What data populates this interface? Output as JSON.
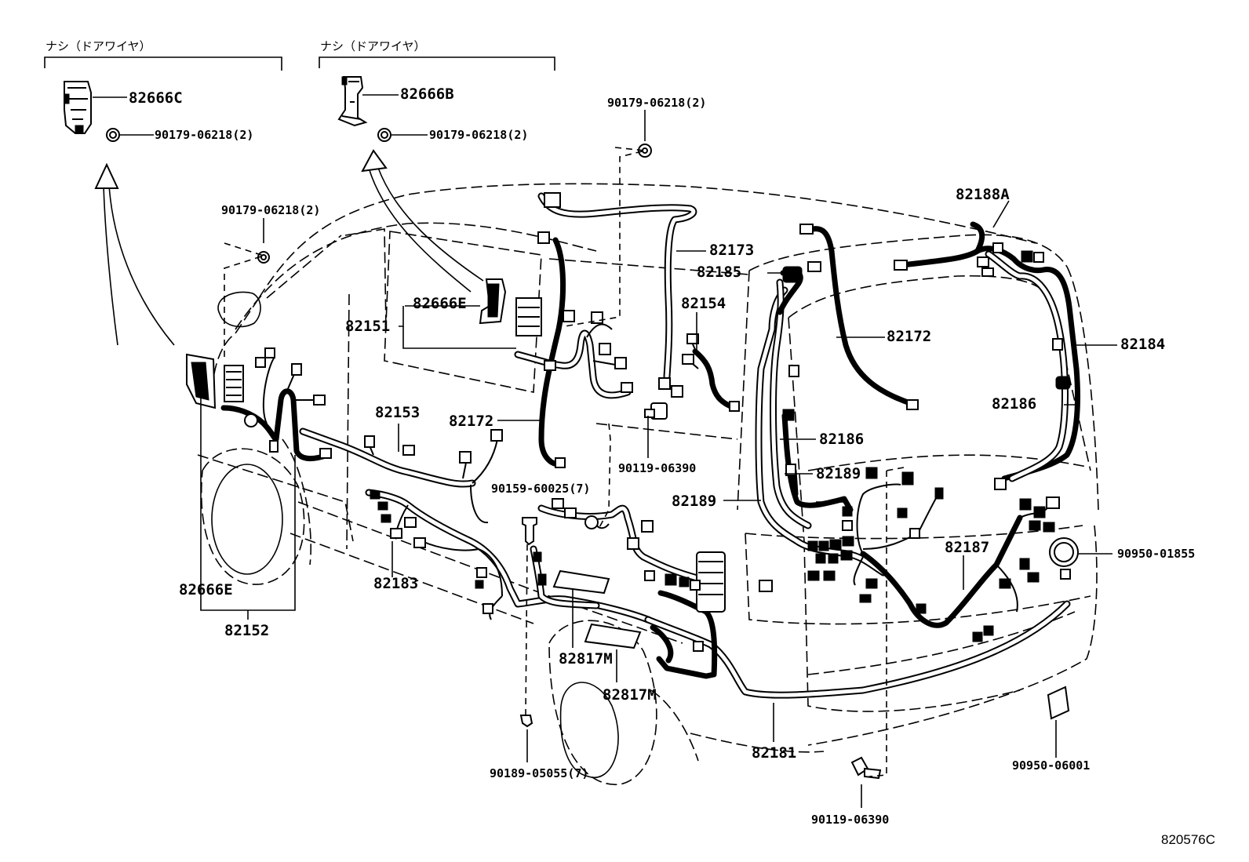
{
  "diagram": {
    "footer_id": "820576C",
    "top_note_left": "ナシ（ドアワイヤ）",
    "top_note_right": "ナシ（ドアワイヤ）",
    "labels": {
      "p82666C": "82666C",
      "p82666B": "82666B",
      "p82666E_top": "82666E",
      "p82666E_bottom": "82666E",
      "b90179_a": "90179-06218(2)",
      "b90179_b": "90179-06218(2)",
      "b90179_c": "90179-06218(2)",
      "b90179_d": "90179-06218(2)",
      "p82151": "82151",
      "p82152": "82152",
      "p82153": "82153",
      "p82154": "82154",
      "p82172_a": "82172",
      "p82172_b": "82172",
      "p82173": "82173",
      "p82181": "82181",
      "p82183": "82183",
      "p82184": "82184",
      "p82185": "82185",
      "p82186_a": "82186",
      "p82186_b": "82186",
      "p82187": "82187",
      "p82188A": "82188A",
      "p82189_a": "82189",
      "p82189_b": "82189",
      "p82817M_a": "82817M",
      "p82817M_b": "82817M",
      "b90119_a": "90119-06390",
      "b90119_b": "90119-06390",
      "b90159": "90159-60025(7)",
      "b90189": "90189-05055(7)",
      "p90950_01855": "90950-01855",
      "p90950_06001": "90950-06001"
    }
  }
}
